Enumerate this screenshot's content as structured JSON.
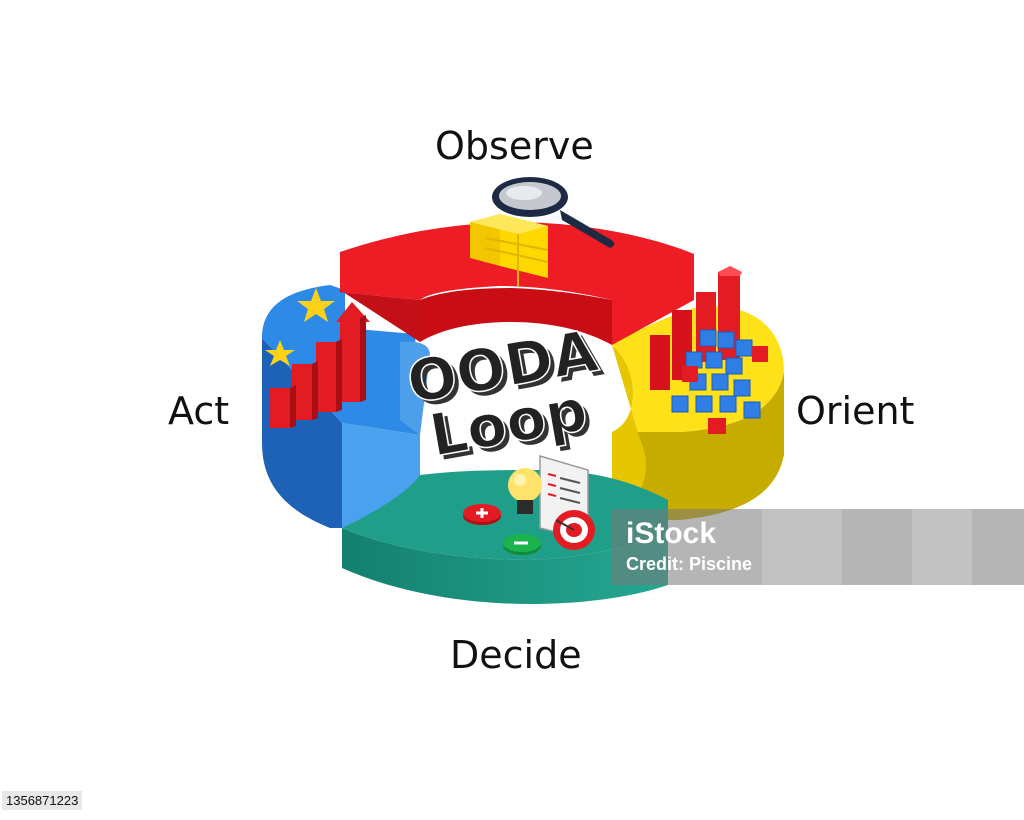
{
  "diagram": {
    "center_title_line1": "OODA",
    "center_title_line2": "Loop",
    "stages": {
      "observe": "Observe",
      "orient": "Orient",
      "decide": "Decide",
      "act": "Act"
    },
    "colors": {
      "observe": "#e8101a",
      "orient": "#ffe21a",
      "decide": "#1f9e8a",
      "act": "#2b86e0"
    },
    "icons": {
      "observe": "magnifying-glass-over-cubes-icon",
      "orient": "bar-chart-with-cube-cluster-icon",
      "decide": "lightbulb-checklist-target-icon",
      "act": "rising-bar-chart-with-stars-icon"
    }
  },
  "watermark": {
    "brand": "iStock",
    "credit": "Credit: Piscine"
  },
  "image_id": "1356871223"
}
